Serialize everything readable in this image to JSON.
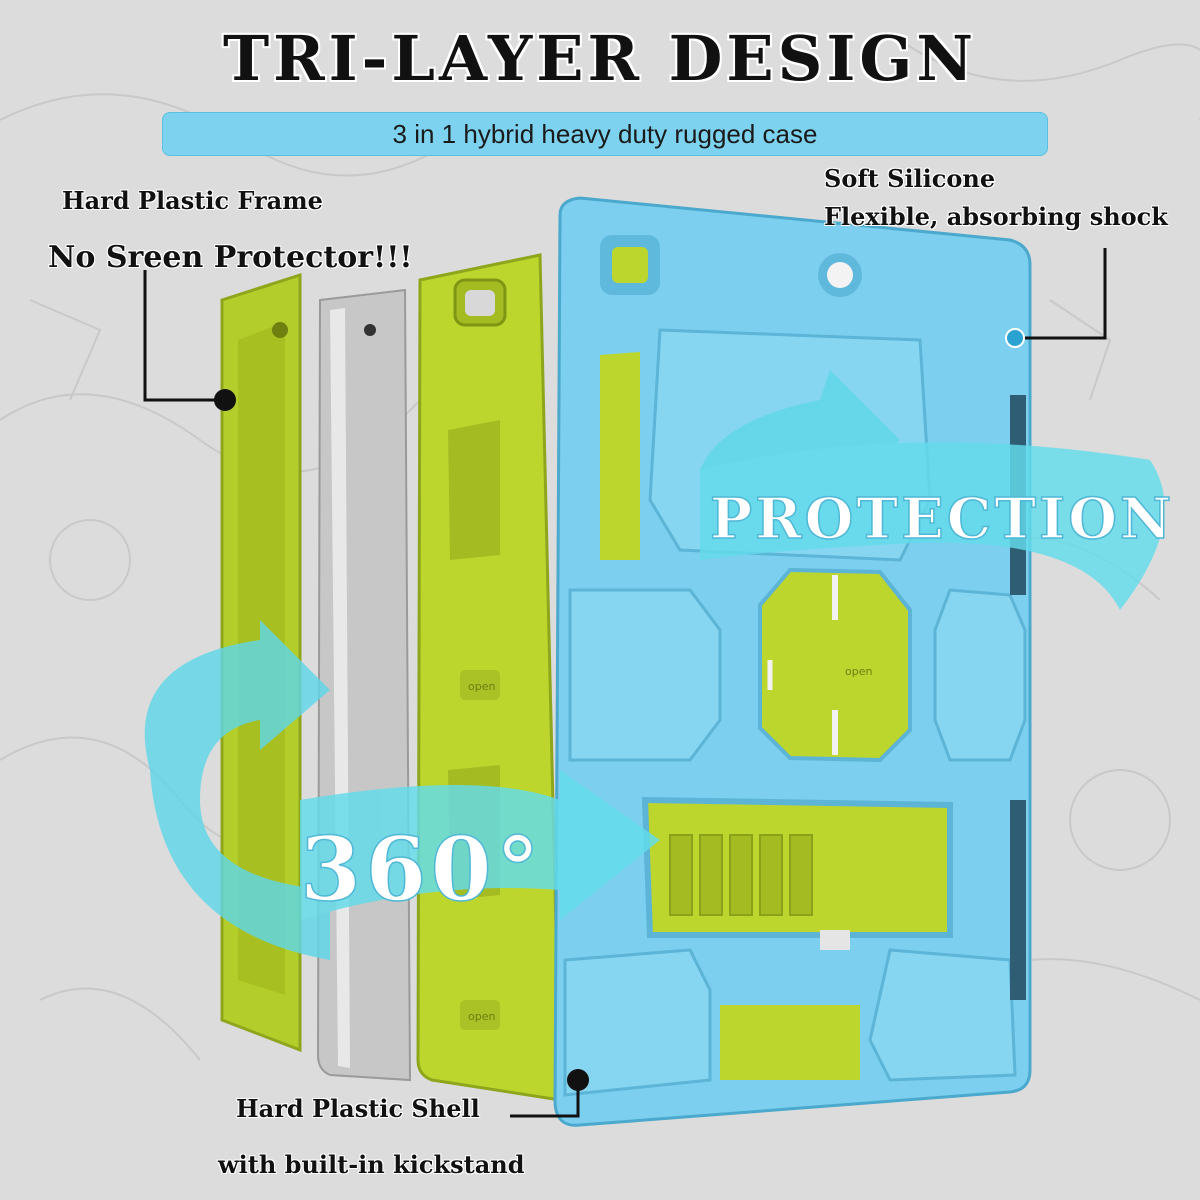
{
  "header": {
    "title": "TRI-LAYER DESIGN",
    "subtitle": "3 in 1 hybrid heavy duty rugged case"
  },
  "callouts": {
    "frame_line1": "Hard Plastic Frame",
    "frame_line2": "No Sreen Protector!!!",
    "silicone_line1": "Soft Silicone",
    "silicone_line2": "Flexible, absorbing shock",
    "shell_line1": "Hard Plastic Shell",
    "shell_line2": "with built-in kickstand"
  },
  "overlay": {
    "protection": "PROTECTION",
    "degrees": "360°",
    "open_tag": "open"
  },
  "colors": {
    "silicone_blue": "#7ccfee",
    "frame_green": "#b9d32c",
    "tablet_silver": "#c4c4c4",
    "arrow_cyan": "#5fd7e8"
  }
}
